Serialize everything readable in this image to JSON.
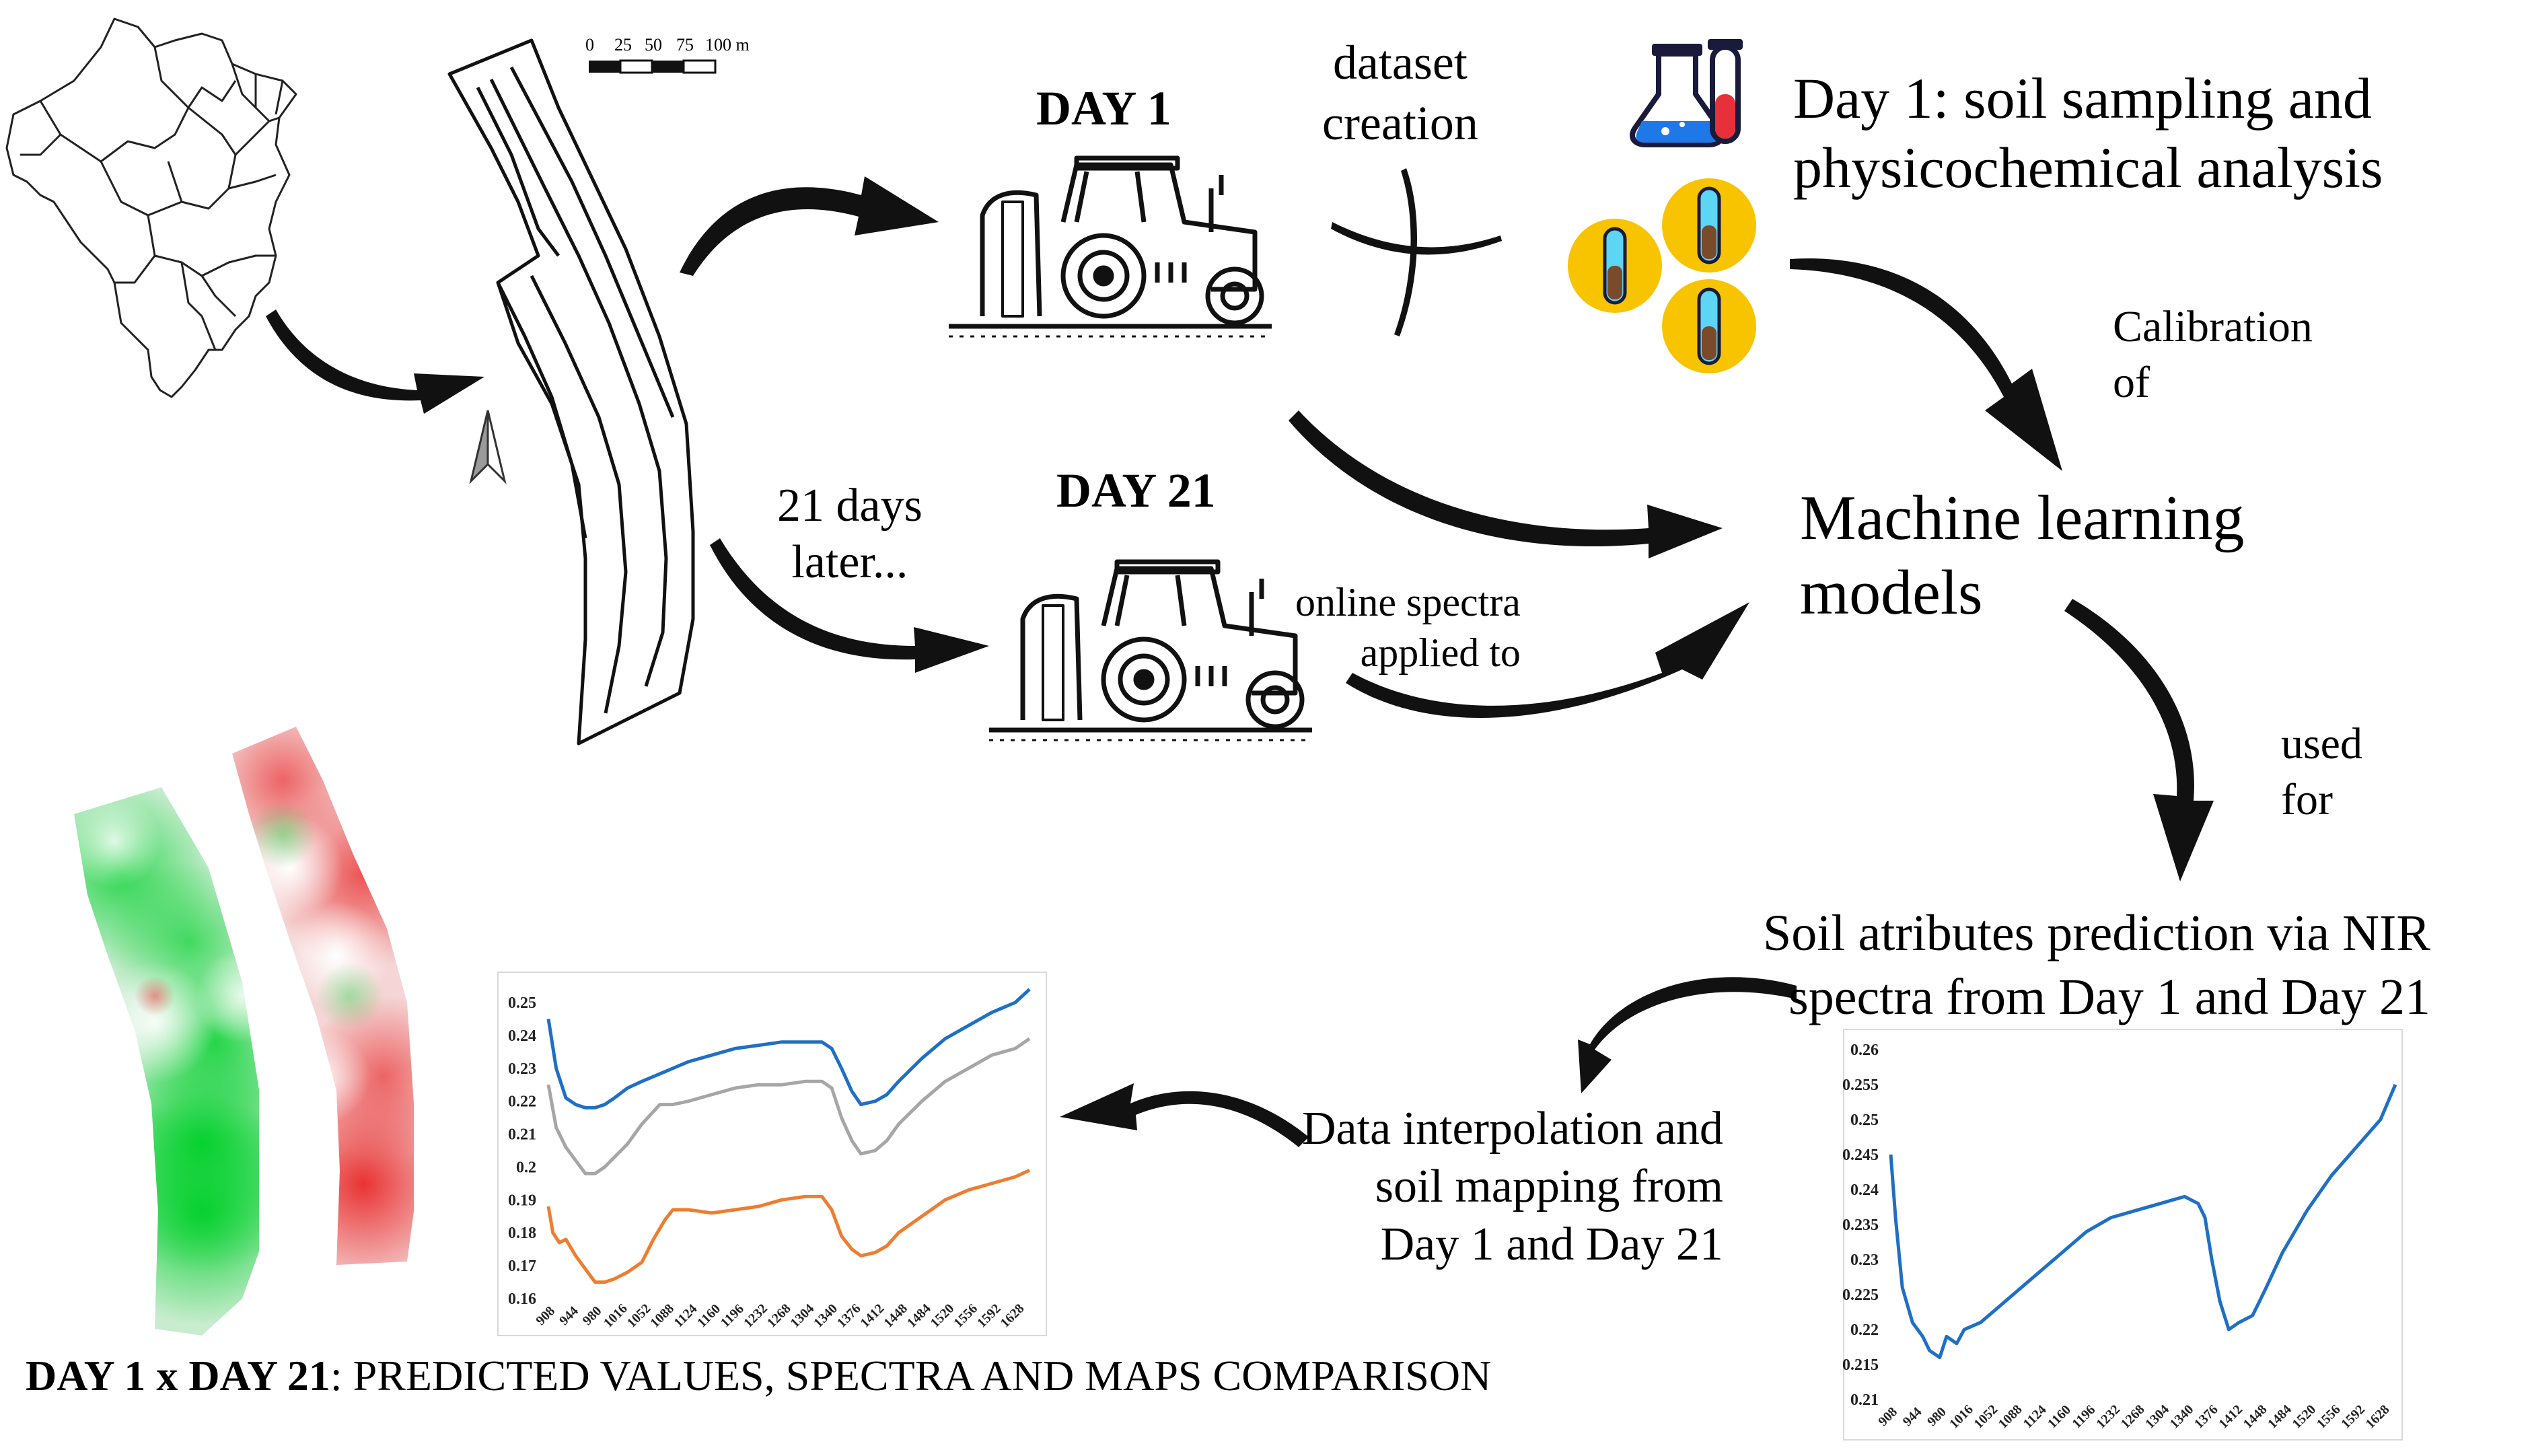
{
  "scale_bar": {
    "ticks": [
      "0",
      "25",
      "50",
      "75",
      "100 m"
    ]
  },
  "day1": {
    "title": "DAY 1",
    "dataset_label": "dataset\ncreation",
    "lab_text": "Day 1: soil sampling and\nphysicochemical analysis"
  },
  "day21": {
    "title": "DAY 21",
    "later_label": "21 days\nlater...",
    "online_label": "online spectra\napplied to"
  },
  "calibration_label": "Calibration\nof",
  "ml_models": "Machine learning\nmodels",
  "used_for_label": "used\nfor",
  "prediction_text": "Soil atributes prediction via NIR\nspectra from Day 1 and Day 21",
  "interpolation_text": "Data interpolation and\nsoil mapping from\nDay 1 and Day 21",
  "footer": {
    "bold_part": "DAY 1 x DAY 21",
    "rest": ": PREDICTED VALUES, SPECTRA AND MAPS COMPARISON"
  },
  "colors": {
    "blue_series": "#1f6fc5",
    "gray_series": "#a6a6a6",
    "orange_series": "#ed7d31",
    "map_green": "#18d84a",
    "map_red": "#e63a3a",
    "flask_blue": "#1e78e8",
    "flask_red": "#e8303a",
    "coin_yellow": "#f8c400"
  },
  "chart_data": [
    {
      "type": "line",
      "title": "",
      "xlabel": "",
      "ylabel": "",
      "x_ticks": [
        "908",
        "944",
        "980",
        "1016",
        "1052",
        "1088",
        "1124",
        "1160",
        "1196",
        "1232",
        "1268",
        "1304",
        "1340",
        "1376",
        "1412",
        "1448",
        "1484",
        "1520",
        "1556",
        "1592",
        "1628"
      ],
      "y_ticks": [
        "0.16",
        "0.17",
        "0.18",
        "0.19",
        "0.2",
        "0.21",
        "0.22",
        "0.23",
        "0.24",
        "0.25"
      ],
      "ylim": [
        0.16,
        0.25
      ],
      "grid": false,
      "series": [
        {
          "color": "#1f6fc5",
          "points": [
            [
              908,
              0.245
            ],
            [
              920,
              0.23
            ],
            [
              935,
              0.221
            ],
            [
              950,
              0.219
            ],
            [
              965,
              0.218
            ],
            [
              980,
              0.218
            ],
            [
              995,
              0.219
            ],
            [
              1010,
              0.221
            ],
            [
              1030,
              0.224
            ],
            [
              1052,
              0.226
            ],
            [
              1088,
              0.229
            ],
            [
              1124,
              0.232
            ],
            [
              1160,
              0.234
            ],
            [
              1196,
              0.236
            ],
            [
              1232,
              0.237
            ],
            [
              1268,
              0.238
            ],
            [
              1304,
              0.238
            ],
            [
              1330,
              0.238
            ],
            [
              1345,
              0.236
            ],
            [
              1360,
              0.23
            ],
            [
              1376,
              0.223
            ],
            [
              1390,
              0.219
            ],
            [
              1412,
              0.22
            ],
            [
              1430,
              0.222
            ],
            [
              1448,
              0.226
            ],
            [
              1484,
              0.233
            ],
            [
              1520,
              0.239
            ],
            [
              1556,
              0.243
            ],
            [
              1592,
              0.247
            ],
            [
              1628,
              0.25
            ],
            [
              1650,
              0.254
            ]
          ]
        },
        {
          "color": "#a6a6a6",
          "points": [
            [
              908,
              0.225
            ],
            [
              920,
              0.212
            ],
            [
              935,
              0.206
            ],
            [
              950,
              0.202
            ],
            [
              965,
              0.198
            ],
            [
              980,
              0.198
            ],
            [
              995,
              0.2
            ],
            [
              1010,
              0.203
            ],
            [
              1030,
              0.207
            ],
            [
              1052,
              0.213
            ],
            [
              1080,
              0.219
            ],
            [
              1100,
              0.219
            ],
            [
              1124,
              0.22
            ],
            [
              1160,
              0.222
            ],
            [
              1196,
              0.224
            ],
            [
              1232,
              0.225
            ],
            [
              1268,
              0.225
            ],
            [
              1304,
              0.226
            ],
            [
              1330,
              0.226
            ],
            [
              1345,
              0.224
            ],
            [
              1360,
              0.215
            ],
            [
              1376,
              0.208
            ],
            [
              1390,
              0.204
            ],
            [
              1412,
              0.205
            ],
            [
              1430,
              0.208
            ],
            [
              1448,
              0.213
            ],
            [
              1484,
              0.22
            ],
            [
              1520,
              0.226
            ],
            [
              1556,
              0.23
            ],
            [
              1592,
              0.234
            ],
            [
              1628,
              0.236
            ],
            [
              1650,
              0.239
            ]
          ]
        },
        {
          "color": "#ed7d31",
          "points": [
            [
              908,
              0.188
            ],
            [
              915,
              0.18
            ],
            [
              925,
              0.177
            ],
            [
              935,
              0.178
            ],
            [
              950,
              0.173
            ],
            [
              965,
              0.169
            ],
            [
              980,
              0.165
            ],
            [
              995,
              0.165
            ],
            [
              1010,
              0.166
            ],
            [
              1030,
              0.168
            ],
            [
              1052,
              0.171
            ],
            [
              1070,
              0.178
            ],
            [
              1088,
              0.184
            ],
            [
              1100,
              0.187
            ],
            [
              1124,
              0.187
            ],
            [
              1160,
              0.186
            ],
            [
              1196,
              0.187
            ],
            [
              1232,
              0.188
            ],
            [
              1268,
              0.19
            ],
            [
              1304,
              0.191
            ],
            [
              1330,
              0.191
            ],
            [
              1345,
              0.187
            ],
            [
              1360,
              0.179
            ],
            [
              1376,
              0.175
            ],
            [
              1390,
              0.173
            ],
            [
              1412,
              0.174
            ],
            [
              1430,
              0.176
            ],
            [
              1448,
              0.18
            ],
            [
              1484,
              0.185
            ],
            [
              1520,
              0.19
            ],
            [
              1556,
              0.193
            ],
            [
              1592,
              0.195
            ],
            [
              1628,
              0.197
            ],
            [
              1650,
              0.199
            ]
          ]
        }
      ]
    },
    {
      "type": "line",
      "title": "",
      "xlabel": "",
      "ylabel": "",
      "x_ticks": [
        "908",
        "944",
        "980",
        "1016",
        "1052",
        "1088",
        "1124",
        "1160",
        "1196",
        "1232",
        "1268",
        "1304",
        "1340",
        "1376",
        "1412",
        "1448",
        "1484",
        "1520",
        "1556",
        "1592",
        "1628"
      ],
      "y_ticks": [
        "0.21",
        "0.215",
        "0.22",
        "0.225",
        "0.23",
        "0.235",
        "0.24",
        "0.245",
        "0.25",
        "0.255",
        "0.26"
      ],
      "ylim": [
        0.21,
        0.26
      ],
      "grid": false,
      "series": [
        {
          "color": "#1f6fc5",
          "points": [
            [
              908,
              0.245
            ],
            [
              915,
              0.236
            ],
            [
              925,
              0.226
            ],
            [
              940,
              0.221
            ],
            [
              955,
              0.219
            ],
            [
              965,
              0.217
            ],
            [
              980,
              0.216
            ],
            [
              990,
              0.219
            ],
            [
              1005,
              0.218
            ],
            [
              1016,
              0.22
            ],
            [
              1040,
              0.221
            ],
            [
              1052,
              0.222
            ],
            [
              1088,
              0.225
            ],
            [
              1124,
              0.228
            ],
            [
              1160,
              0.231
            ],
            [
              1196,
              0.234
            ],
            [
              1232,
              0.236
            ],
            [
              1268,
              0.237
            ],
            [
              1304,
              0.238
            ],
            [
              1340,
              0.239
            ],
            [
              1360,
              0.238
            ],
            [
              1370,
              0.236
            ],
            [
              1380,
              0.23
            ],
            [
              1392,
              0.224
            ],
            [
              1405,
              0.22
            ],
            [
              1420,
              0.221
            ],
            [
              1440,
              0.222
            ],
            [
              1460,
              0.226
            ],
            [
              1484,
              0.231
            ],
            [
              1520,
              0.237
            ],
            [
              1556,
              0.242
            ],
            [
              1592,
              0.246
            ],
            [
              1628,
              0.25
            ],
            [
              1650,
              0.255
            ]
          ]
        }
      ]
    }
  ]
}
